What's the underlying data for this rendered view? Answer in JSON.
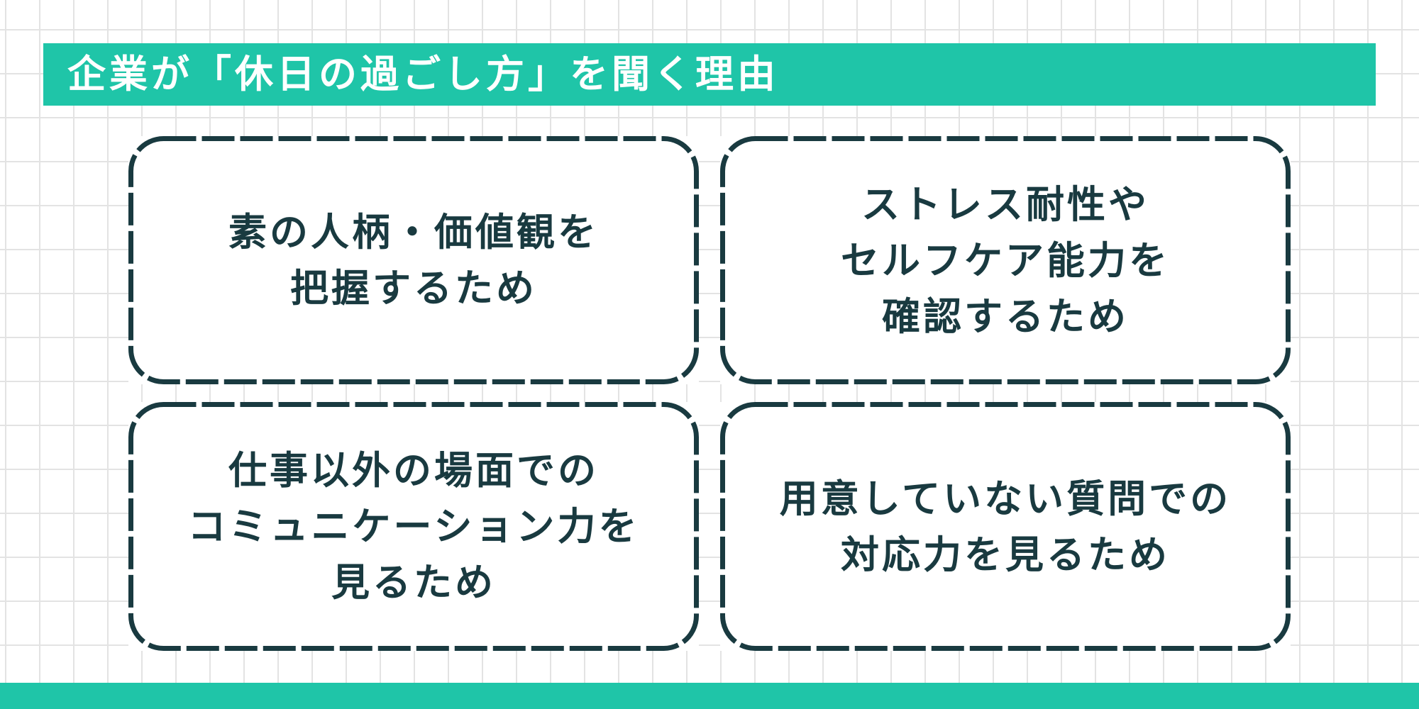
{
  "header": {
    "title": "企業が「休日の過ごし方」を聞く理由"
  },
  "cards": [
    {
      "lines": [
        "素の人柄・価値観を",
        "把握するため"
      ]
    },
    {
      "lines": [
        "ストレス耐性や",
        "セルフケア能力を",
        "確認するため"
      ]
    },
    {
      "lines": [
        "仕事以外の場面での",
        "コミュニケーション力を",
        "見るため"
      ]
    },
    {
      "lines": [
        "用意していない質問での",
        "対応力を見るため"
      ]
    }
  ],
  "colors": {
    "accent": "#1fc5a8",
    "text": "#193a40",
    "border": "#193a40",
    "grid": "#e3e3e3",
    "background": "#ffffff"
  }
}
